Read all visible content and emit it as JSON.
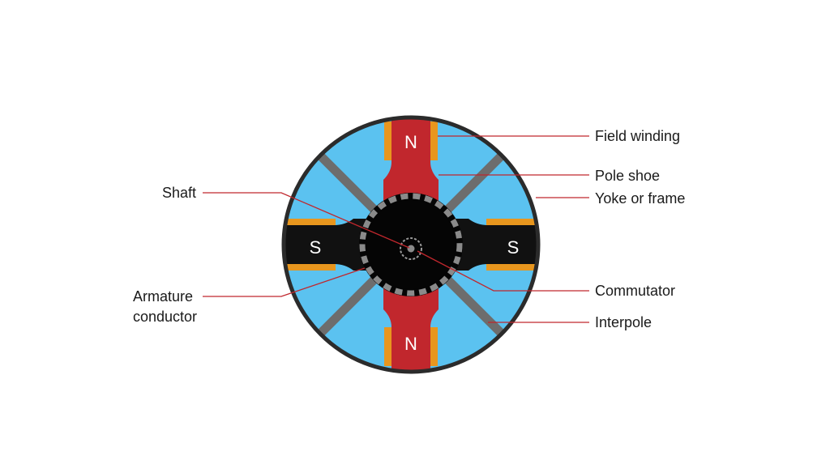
{
  "poles": {
    "top": "N",
    "bottom": "N",
    "left": "S",
    "right": "S"
  },
  "labels": {
    "field_winding": "Field winding",
    "pole_shoe": "Pole shoe",
    "yoke_or_frame": "Yoke or frame",
    "shaft": "Shaft",
    "armature_conductor_line1": "Armature",
    "armature_conductor_line2": "conductor",
    "commutator": "Commutator",
    "interpole": "Interpole"
  },
  "colors": {
    "background": "#ffffff",
    "yoke_fill": "#5bc2f0",
    "yoke_outline": "#2b2b2b",
    "north_pole": "#c1272d",
    "south_pole": "#111111",
    "field_winding": "#e8961e",
    "interpole": "#6d6d6d",
    "armature": "#050505",
    "armature_conductor": "#8a8a8a",
    "leader_line": "#c0272d"
  }
}
